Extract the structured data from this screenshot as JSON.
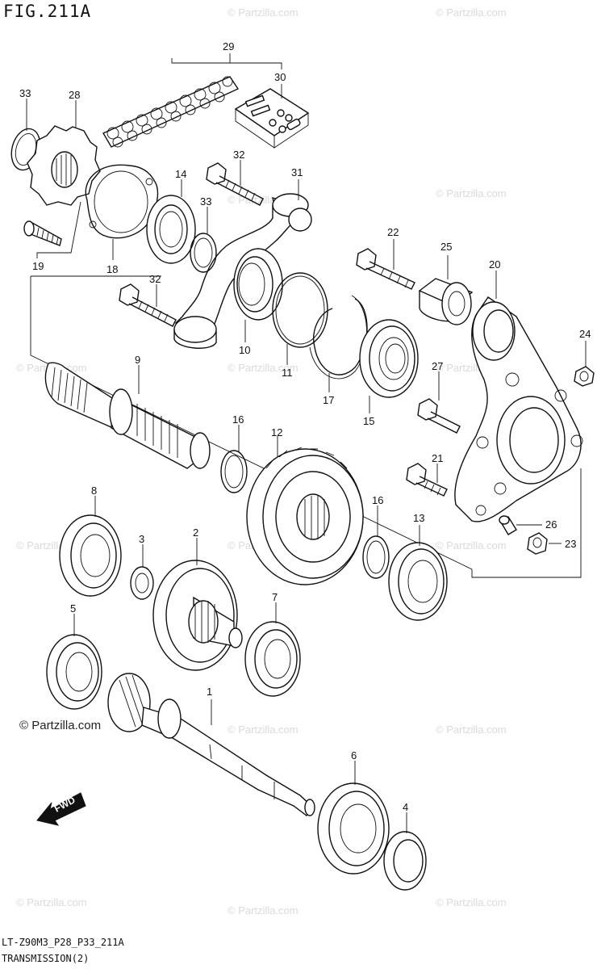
{
  "figure": {
    "title": "FIG.211A",
    "code": "LT-Z90M3_P28_P33_211A",
    "name": "TRANSMISSION(2)"
  },
  "watermark": {
    "text": "© Partzilla.com",
    "faint": "© Partzilla.com"
  },
  "direction": {
    "label": "FWD"
  },
  "callouts": [
    "1",
    "2",
    "3",
    "4",
    "5",
    "6",
    "7",
    "8",
    "9",
    "10",
    "11",
    "12",
    "13",
    "14",
    "15",
    "16",
    "16",
    "17",
    "18",
    "19",
    "20",
    "21",
    "22",
    "23",
    "24",
    "25",
    "26",
    "27",
    "28",
    "29",
    "30",
    "31",
    "32",
    "32",
    "33",
    "33"
  ]
}
